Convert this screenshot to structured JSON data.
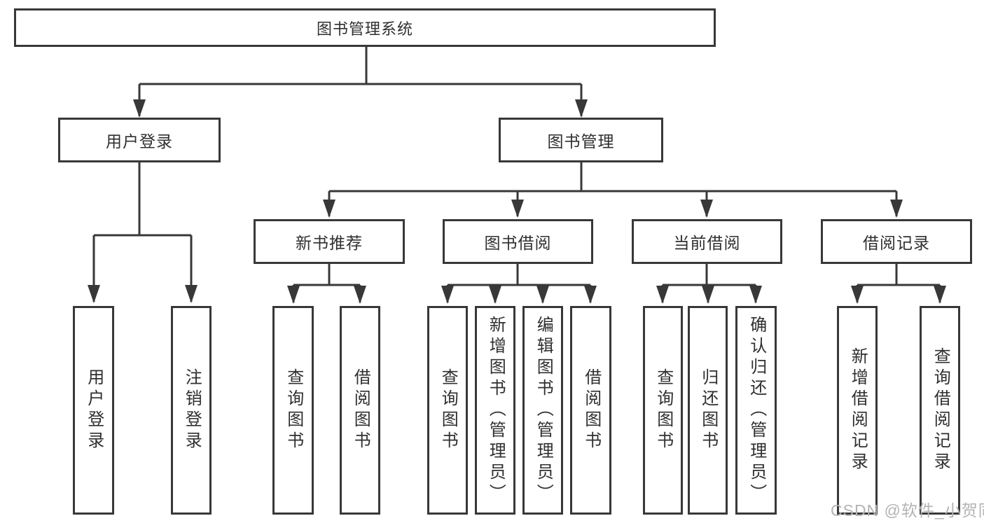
{
  "tree": {
    "label": "图书管理系统",
    "children": [
      {
        "label": "用户登录",
        "children": [
          {
            "label": "用户登录"
          },
          {
            "label": "注销登录"
          }
        ]
      },
      {
        "label": "图书管理",
        "children": [
          {
            "label": "新书推荐",
            "children": [
              {
                "label": "查询图书"
              },
              {
                "label": "借阅图书"
              }
            ]
          },
          {
            "label": "图书借阅",
            "children": [
              {
                "label": "查询图书"
              },
              {
                "label": "新增图书（管理员）"
              },
              {
                "label": "编辑图书（管理员）"
              },
              {
                "label": "借阅图书"
              }
            ]
          },
          {
            "label": "当前借阅",
            "children": [
              {
                "label": "查询图书"
              },
              {
                "label": "归还图书"
              },
              {
                "label": "确认归还（管理员）"
              }
            ]
          },
          {
            "label": "借阅记录",
            "children": [
              {
                "label": "新增借阅记录"
              },
              {
                "label": "查询借阅记录"
              }
            ]
          }
        ]
      }
    ]
  },
  "watermark": "CSDN @软件_小贺同学",
  "colors": {
    "line": "#383838",
    "text": "#2f2f2f",
    "watermark": "#b3b3b3",
    "background": "#ffffff"
  }
}
